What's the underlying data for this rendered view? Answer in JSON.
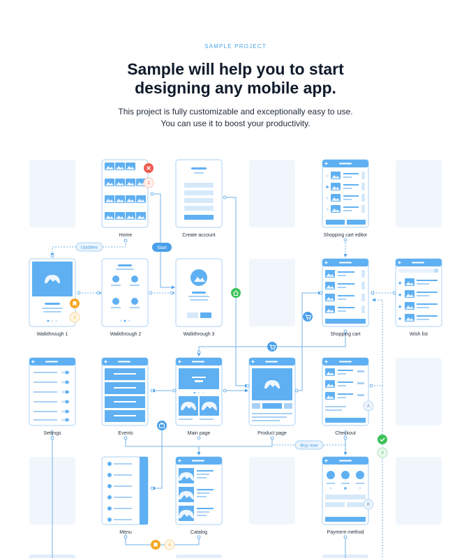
{
  "header": {
    "eyebrow": "SAMPLE PROJECT",
    "title_line1": "Sample will help you to start",
    "title_line2": "designing any mobile app.",
    "subtitle_line1": "This project is fully customizable and exceptionally easy to use.",
    "subtitle_line2": "You can use it to boost your productivity."
  },
  "colors": {
    "accent": "#4a9fe8",
    "frame": "#a9d1f5",
    "placeholder": "#f0f6fc",
    "red": "#f05a4f",
    "orange": "#f5a623",
    "green": "#3cc25a",
    "line": "#6fb1ea"
  },
  "screens": {
    "home": "Home",
    "create_account": "Create account",
    "shopping_cart_editor": "Shopping cart editor",
    "walkthrough_1": "Walkthrough 1",
    "walkthrough_2": "Walkthrough 2",
    "walkthrough_3": "Walkthrough 3",
    "shopping_cart": "Shopping cart",
    "wish_list": "Wish list",
    "settings": "Settings",
    "events": "Events",
    "main_page": "Main page",
    "product_page": "Product page",
    "checkout": "Checkout",
    "menu": "Menu",
    "catalog": "Catalog",
    "payment_method": "Payment method"
  },
  "pills": {
    "updates": "Updates",
    "start": "Start",
    "buy_now": "Buy now"
  },
  "badges": {
    "one": "1",
    "two": "2",
    "three": "3",
    "four": "4",
    "a": "A",
    "b": "B"
  },
  "icons": {
    "close": "close-icon",
    "bookmark": "bookmark-icon",
    "home": "home-icon",
    "cart": "cart-icon",
    "briefcase": "briefcase-icon",
    "check": "check-icon",
    "back_arrow": "back-arrow-icon",
    "image": "image-placeholder-icon"
  }
}
